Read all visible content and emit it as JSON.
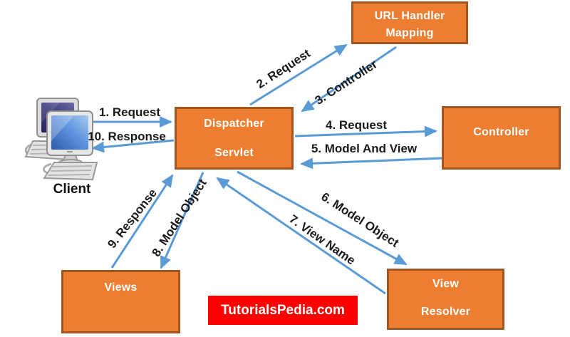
{
  "colors": {
    "box_fill": "#ED7D31",
    "box_border": "#A0561E",
    "box_text": "#FFFFFF",
    "arrow": "#5B9BD5",
    "label_text": "#1A1A1A",
    "banner_bg": "#FE0000",
    "banner_text": "#FFFFFF"
  },
  "nodes": {
    "client": {
      "label": "Client"
    },
    "url_handler_mapping": {
      "line1": "URL Handler",
      "line2": "Mapping"
    },
    "dispatcher_servlet": {
      "line1": "Dispatcher",
      "line2": "Servlet"
    },
    "controller": {
      "label": "Controller"
    },
    "views": {
      "label": "Views"
    },
    "view_resolver": {
      "line1": "View",
      "line2": "Resolver"
    }
  },
  "flows": [
    {
      "label": "1. Request",
      "from": "Client",
      "to": "Dispatcher Servlet"
    },
    {
      "label": "2. Request",
      "from": "Dispatcher Servlet",
      "to": "URL Handler Mapping"
    },
    {
      "label": "3. Controller",
      "from": "URL Handler Mapping",
      "to": "Dispatcher Servlet"
    },
    {
      "label": "4. Request",
      "from": "Dispatcher Servlet",
      "to": "Controller"
    },
    {
      "label": "5. Model And View",
      "from": "Controller",
      "to": "Dispatcher Servlet"
    },
    {
      "label": "6. Model Object",
      "from": "Dispatcher Servlet",
      "to": "View Resolver"
    },
    {
      "label": "7. View Name",
      "from": "View Resolver",
      "to": "Dispatcher Servlet"
    },
    {
      "label": "8. Model Object",
      "from": "Dispatcher Servlet",
      "to": "Views"
    },
    {
      "label": "9. Response",
      "from": "Views",
      "to": "Dispatcher Servlet"
    },
    {
      "label": "10. Response",
      "from": "Dispatcher Servlet",
      "to": "Client"
    }
  ],
  "banner": {
    "label": "TutorialsPedia.com"
  }
}
